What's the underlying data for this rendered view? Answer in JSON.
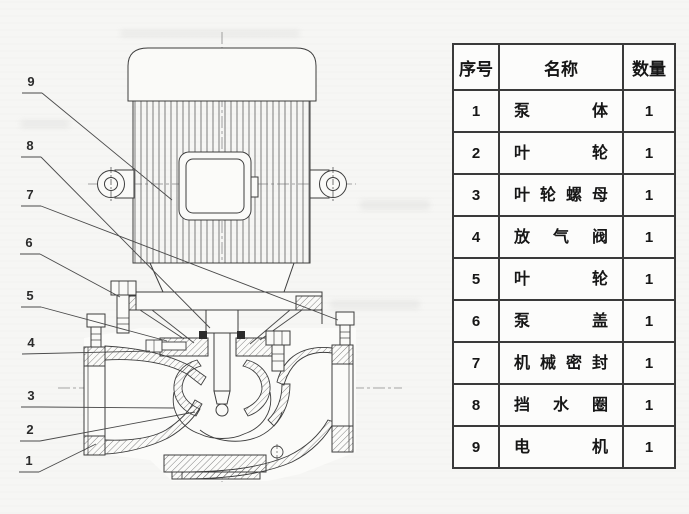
{
  "diagram": {
    "type": "vertical-inline-pump-cross-section",
    "callouts": [
      {
        "label": "9"
      },
      {
        "label": "8"
      },
      {
        "label": "7"
      },
      {
        "label": "6"
      },
      {
        "label": "5"
      },
      {
        "label": "4"
      },
      {
        "label": "3"
      },
      {
        "label": "2"
      },
      {
        "label": "1"
      }
    ]
  },
  "table": {
    "headers": [
      "序号",
      "名称",
      "数量"
    ],
    "rows": [
      {
        "no": "1",
        "name": "泵体",
        "qty": "1"
      },
      {
        "no": "2",
        "name": "叶轮",
        "qty": "1"
      },
      {
        "no": "3",
        "name": "叶轮螺母",
        "qty": "1"
      },
      {
        "no": "4",
        "name": "放气阀",
        "qty": "1"
      },
      {
        "no": "5",
        "name": "叶轮",
        "qty": "1"
      },
      {
        "no": "6",
        "name": "泵盖",
        "qty": "1"
      },
      {
        "no": "7",
        "name": "机械密封",
        "qty": "1"
      },
      {
        "no": "8",
        "name": "挡水圈",
        "qty": "1"
      },
      {
        "no": "9",
        "name": "电机",
        "qty": "1"
      }
    ]
  },
  "colors": {
    "ink": "#3d3d3d",
    "table_border": "#3a3a3a",
    "paper": "#f6f6f4"
  }
}
